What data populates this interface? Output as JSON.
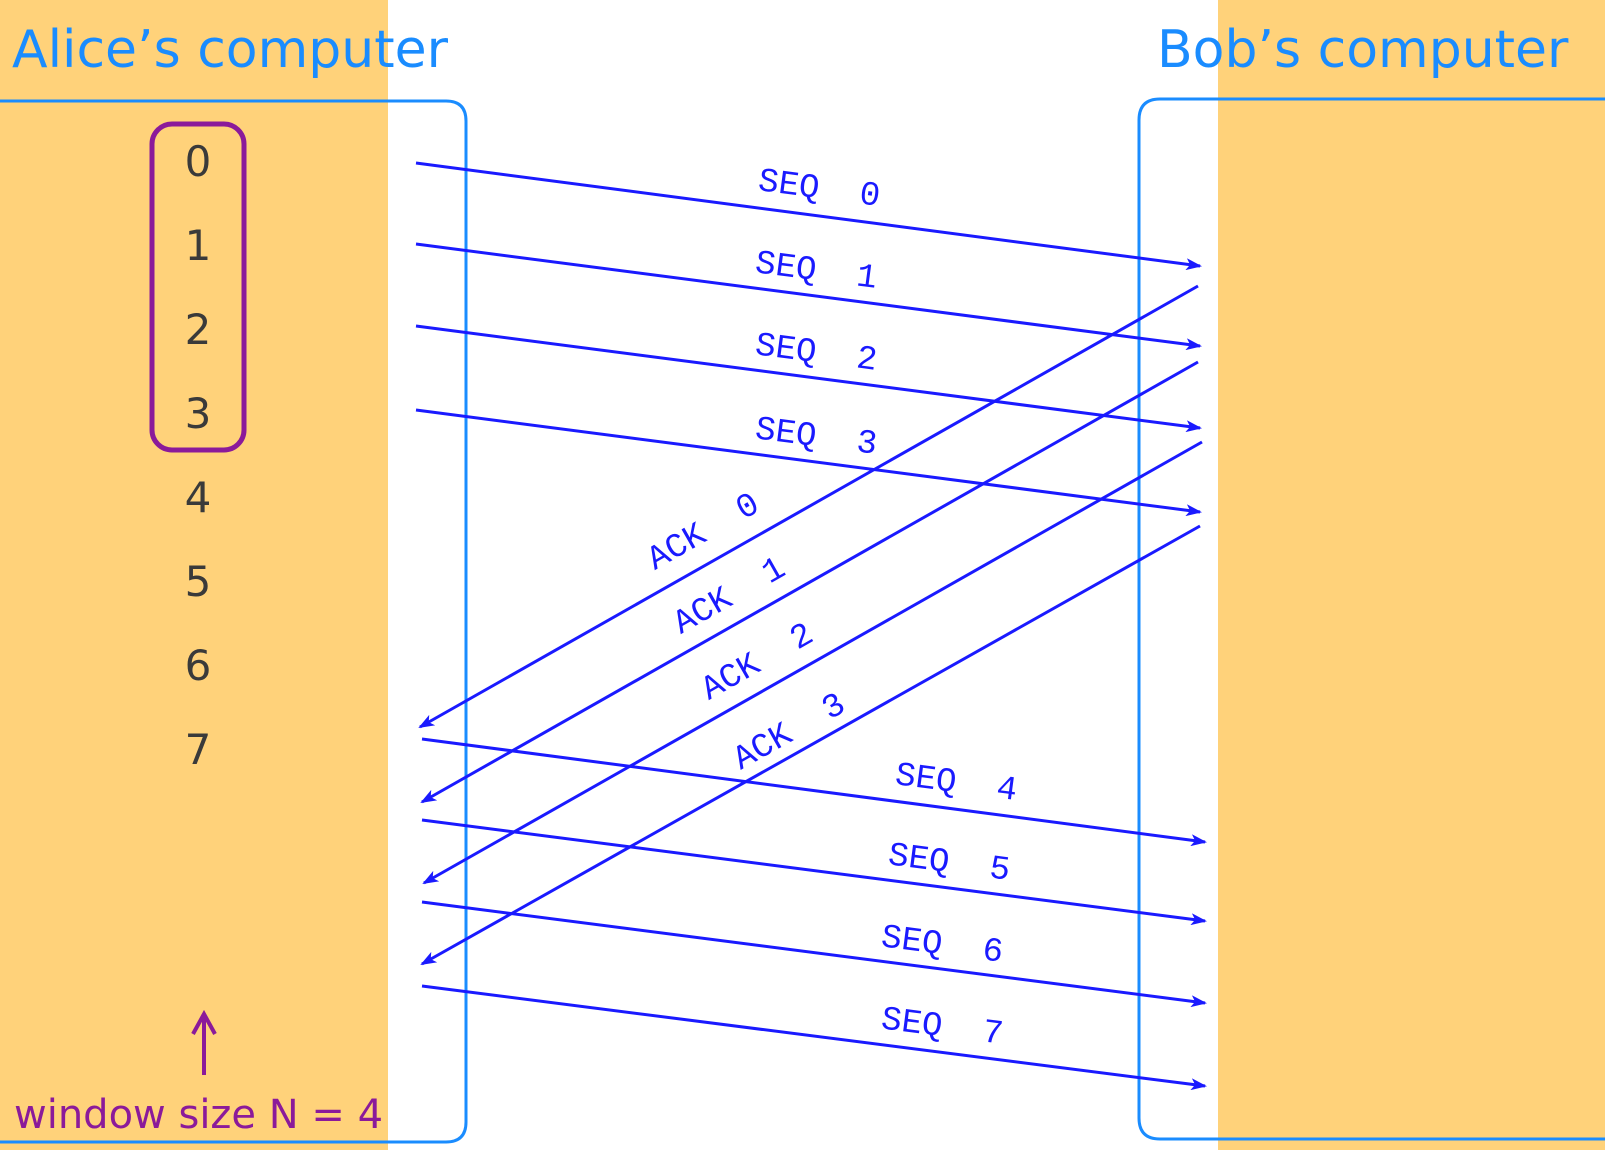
{
  "alice": {
    "title": "Alice’s computer"
  },
  "bob": {
    "title": "Bob’s computer"
  },
  "sequence_numbers": [
    "0",
    "1",
    "2",
    "3",
    "4",
    "5",
    "6",
    "7"
  ],
  "window": {
    "label": "window size N = 4",
    "size": 4
  },
  "messages": [
    {
      "label": "SEQ  0",
      "direction": "alice-to-bob"
    },
    {
      "label": "SEQ  1",
      "direction": "alice-to-bob"
    },
    {
      "label": "SEQ  2",
      "direction": "alice-to-bob"
    },
    {
      "label": "SEQ  3",
      "direction": "alice-to-bob"
    },
    {
      "label": "ACK  0",
      "direction": "bob-to-alice"
    },
    {
      "label": "ACK  1",
      "direction": "bob-to-alice"
    },
    {
      "label": "ACK  2",
      "direction": "bob-to-alice"
    },
    {
      "label": "ACK  3",
      "direction": "bob-to-alice"
    },
    {
      "label": "SEQ  4",
      "direction": "alice-to-bob"
    },
    {
      "label": "SEQ  5",
      "direction": "alice-to-bob"
    },
    {
      "label": "SEQ  6",
      "direction": "alice-to-bob"
    },
    {
      "label": "SEQ  7",
      "direction": "alice-to-bob"
    }
  ],
  "colors": {
    "panel": "#ffd27a",
    "border": "#1a8cff",
    "arrow": "#1a1aff",
    "window": "#8b1a9a",
    "number": "#3a3a3a"
  }
}
